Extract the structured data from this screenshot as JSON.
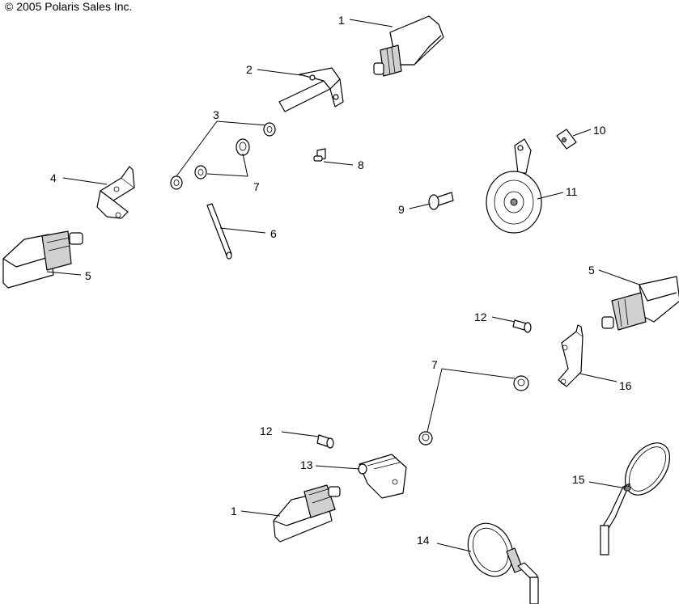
{
  "copyright": "© 2005 Polaris Sales Inc.",
  "callouts": {
    "c1_top": "1",
    "c1_bottom": "1",
    "c2": "2",
    "c3": "3",
    "c4": "4",
    "c5_left": "5",
    "c5_right": "5",
    "c6": "6",
    "c7_top": "7",
    "c7_bottom": "7",
    "c8": "8",
    "c9": "9",
    "c10": "10",
    "c11": "11",
    "c12_top": "12",
    "c12_bottom": "12",
    "c13": "13",
    "c14": "14",
    "c15": "15",
    "c16": "16"
  }
}
